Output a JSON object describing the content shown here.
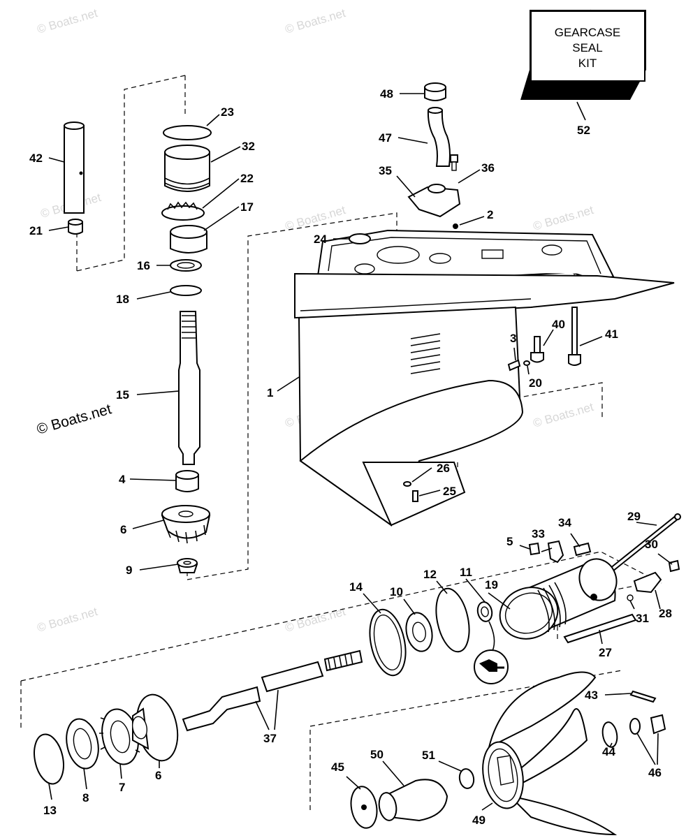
{
  "watermark": "© Boats.net",
  "kit_box": {
    "line1": "GEARCASE",
    "line2": "SEAL",
    "line3": "KIT"
  },
  "callouts": {
    "c1": "1",
    "c2": "2",
    "c3": "3",
    "c4": "4",
    "c5": "5",
    "c6a": "6",
    "c6b": "6",
    "c7": "7",
    "c8": "8",
    "c9": "9",
    "c10": "10",
    "c11": "11",
    "c12": "12",
    "c13": "13",
    "c14": "14",
    "c15": "15",
    "c16": "16",
    "c17": "17",
    "c18": "18",
    "c19": "19",
    "c20": "20",
    "c21": "21",
    "c22": "22",
    "c23": "23",
    "c24": "24",
    "c25": "25",
    "c26": "26",
    "c27": "27",
    "c28": "28",
    "c29": "29",
    "c30": "30",
    "c31": "31",
    "c32": "32",
    "c33": "33",
    "c34": "34",
    "c35": "35",
    "c36": "36",
    "c37": "37",
    "c40": "40",
    "c41": "41",
    "c42": "42",
    "c43": "43",
    "c44": "44",
    "c45": "45",
    "c46": "46",
    "c47": "47",
    "c48": "48",
    "c49": "49",
    "c50": "50",
    "c51": "51",
    "c52": "52"
  },
  "icons": {
    "lubricant": "grease-tube-icon"
  }
}
